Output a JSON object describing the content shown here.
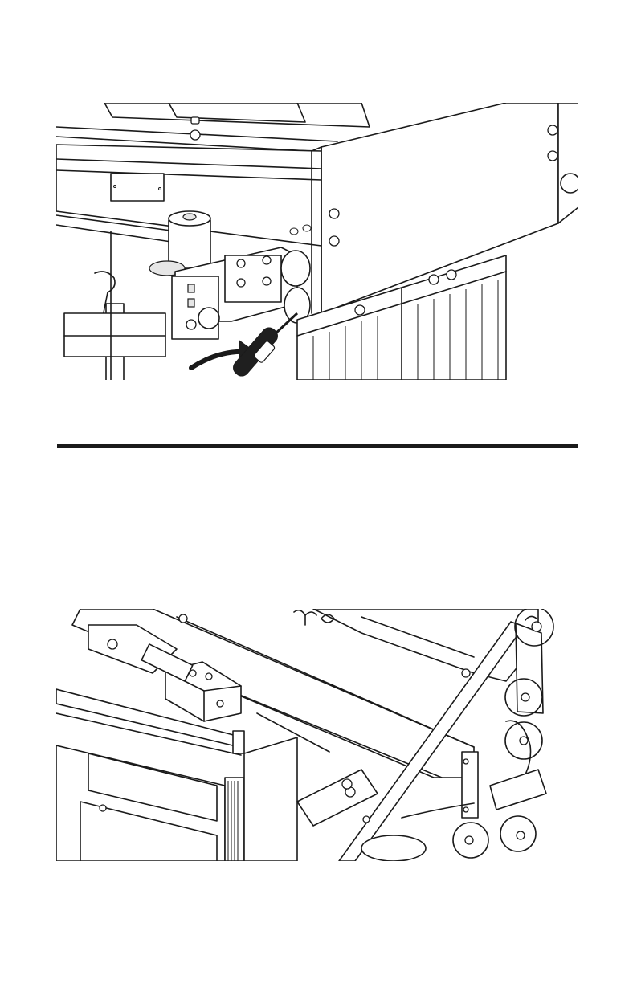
{
  "page": {
    "background": "#ffffff",
    "ink_color": "#1a1a1a"
  },
  "figures": [
    {
      "id": "top",
      "subject": "line-drawing-screwdriver-adjustment"
    },
    {
      "id": "bottom",
      "subject": "line-drawing-pivot-points-circled",
      "callout_count": 5
    }
  ],
  "icons": {
    "rotation_arrow": "curved-arrow-icon",
    "tool": "screwdriver-icon"
  }
}
